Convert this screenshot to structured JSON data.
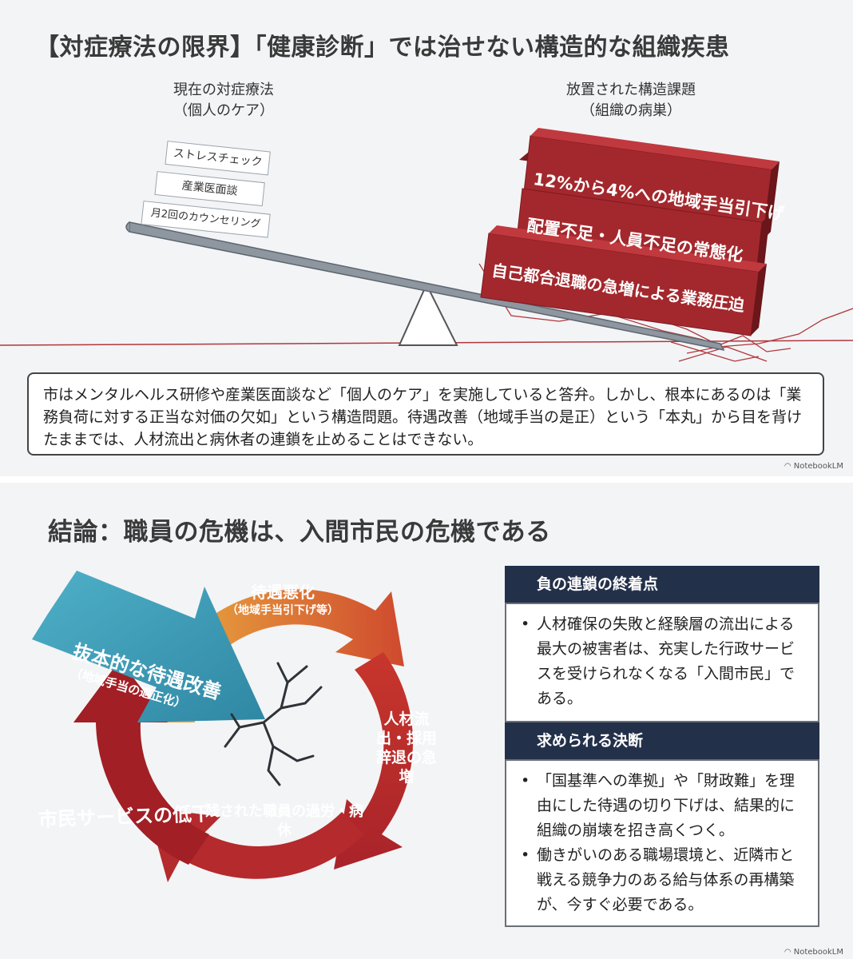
{
  "slide1": {
    "title": "【対症療法の限界】「健康診断」では治せない構造的な組織疾患",
    "left_caption_line1": "現在の対症療法",
    "left_caption_line2": "（個人のケア）",
    "right_caption_line1": "放置された構造課題",
    "right_caption_line2": "（組織の病巣）",
    "light_items": [
      "ストレスチェック",
      "産業医面談",
      "月2回のカウンセリング"
    ],
    "heavy_items": [
      "12%から4%への地域手当引下げ",
      "配置不足・人員不足の常態化",
      "自己都合退職の急増による業務圧迫"
    ],
    "summary": "市はメンタルヘルス研修や産業医面談など「個人のケア」を実施していると答弁。しかし、根本にあるのは「業務負荷に対する正当な対価の欠如」という構造問題。待遇改善（地域手当の是正）という「本丸」から目を背けたままでは、人材流出と病休者の連鎖を止めることはできない。",
    "credit": "NotebookLM"
  },
  "slide2": {
    "title": "結論：職員の危機は、入間市民の危機である",
    "cycle": {
      "top_main": "待遇悪化",
      "top_sub": "（地域手当引下げ等）",
      "right": "人材流出・採用辞退の急増",
      "bottom": "残された職員の過労・病休",
      "left": "市民サービスの低下"
    },
    "intervention_main": "抜本的な待遇改善",
    "intervention_sub": "（地域手当の適正化）",
    "panel1_title": "負の連鎖の終着点",
    "panel1_bullets": [
      "人材確保の失敗と経験層の流出による最大の被害者は、充実した行政サービスを受けられなくなる「入間市民」である。"
    ],
    "panel2_title": "求められる決断",
    "panel2_bullets": [
      "「国基準への準拠」や「財政難」を理由にした待遇の切り下げは、結果的に組織の崩壊を招き高くつく。",
      "働きがいのある職場環境と、近隣市と戦える競争力のある給与体系の再構築が、今すぐ必要である。"
    ],
    "bullet_glyph": "•",
    "credit": "NotebookLM"
  },
  "colors": {
    "block_red": "#a3282d",
    "block_shadow": "#7a1a1f",
    "navy": "#23304a",
    "teal": "#3d9bb5",
    "cycle_orange": "#e0863a",
    "cycle_red": "#b8262b"
  }
}
